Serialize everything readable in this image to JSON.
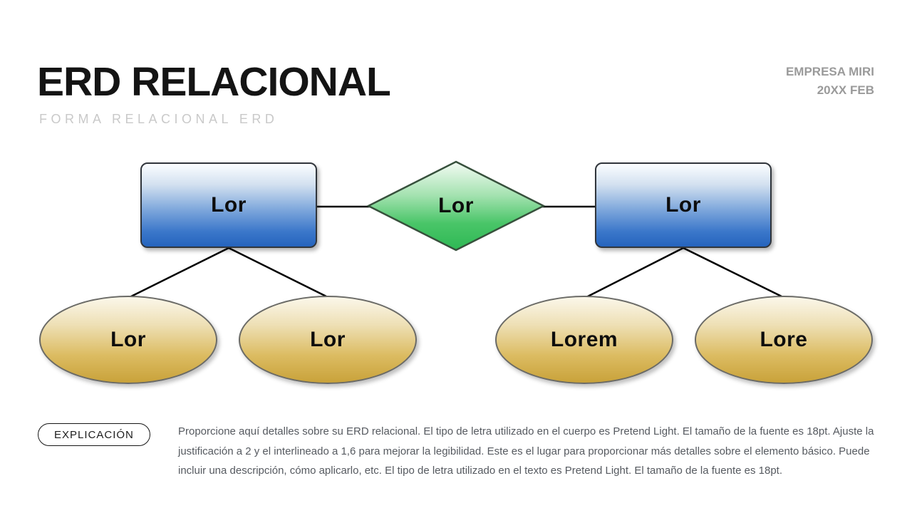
{
  "slide": {
    "title": "ERD RELACIONAL",
    "subtitle": "FORMA RELACIONAL ERD",
    "meta": {
      "company": "EMPRESA MIRI",
      "date": "20XX FEB"
    },
    "explanation": {
      "label": "EXPLICACIÓN",
      "body": "Proporcione aquí detalles sobre su ERD relacional. El tipo de letra utilizado en el cuerpo es Pretend Light. El tamaño de la fuente es 18pt. Ajuste la justificación a 2 y el interlineado a 1,6 para mejorar la legibilidad. Este es el lugar para proporcionar más detalles sobre el elemento básico. Puede incluir una descripción, cómo aplicarlo, etc. El tipo de letra utilizado en el texto es Pretend Light. El tamaño de la fuente es 18pt."
    }
  },
  "diagram": {
    "entities": [
      {
        "label": "Lor"
      },
      {
        "label": "Lor"
      }
    ],
    "relationship": {
      "label": "Lor"
    },
    "attributes": [
      {
        "label": "Lor"
      },
      {
        "label": "Lor"
      },
      {
        "label": "Lorem"
      },
      {
        "label": "Lore"
      }
    ],
    "colors": {
      "entity_fill": "#2564bd",
      "relationship_fill": "#2eb854",
      "attribute_fill": "#c9a23a",
      "connector": "#000000"
    }
  }
}
